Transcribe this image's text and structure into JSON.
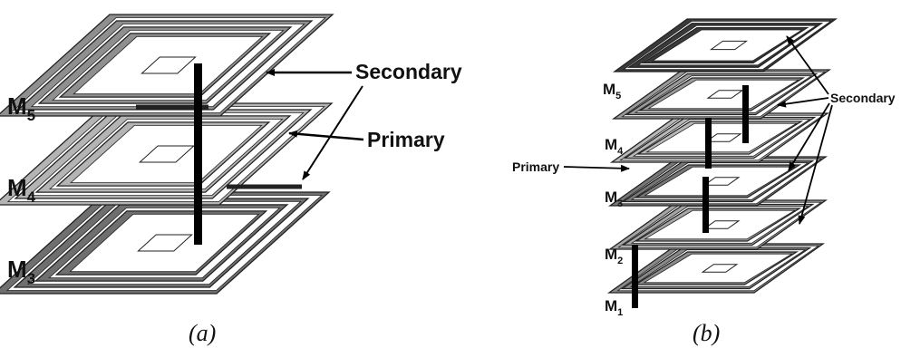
{
  "figure": {
    "panels": [
      {
        "caption": "(a)",
        "layers": [
          {
            "label": "M",
            "sub": "5",
            "fill": "#8f8f8f"
          },
          {
            "label": "M",
            "sub": "4",
            "fill": "#b4b4b4"
          },
          {
            "label": "M",
            "sub": "3",
            "fill": "#6f6f6f"
          }
        ],
        "callouts": [
          {
            "text": "Secondary"
          },
          {
            "text": "Primary"
          }
        ]
      },
      {
        "caption": "(b)",
        "layers": [
          {
            "label": "M",
            "sub": "5",
            "fill": "#9a9a9a"
          },
          {
            "label": "M",
            "sub": "4",
            "fill": "#b8b8b8"
          },
          {
            "label": "M",
            "sub": "3",
            "fill": "#777777"
          },
          {
            "label": "M",
            "sub": "2",
            "fill": "#a5a5a5"
          },
          {
            "label": "M",
            "sub": "1",
            "fill": "#8a8a8a"
          }
        ],
        "top_layer_fill": "#3a3a3a",
        "callouts": [
          {
            "text": "Secondary"
          },
          {
            "text": "Primary"
          }
        ]
      }
    ]
  },
  "colors": {
    "trace_outline": "#222222",
    "gap": "#ffffff",
    "via": "#000000"
  }
}
